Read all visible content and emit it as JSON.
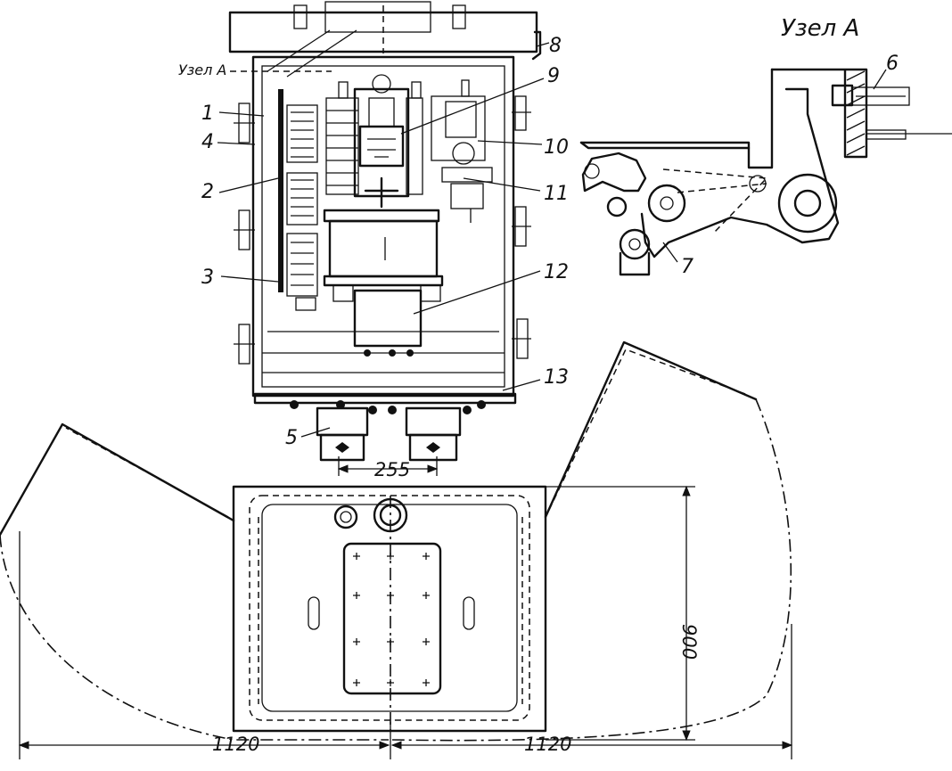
{
  "title_detail": "Узел А",
  "title_detail_small": "Узел А",
  "callouts": [
    "1",
    "2",
    "3",
    "4",
    "5",
    "6",
    "7",
    "8",
    "9",
    "10",
    "11",
    "12",
    "13"
  ],
  "dimensions": {
    "spacing": "255",
    "height": "900",
    "radius_left": "1120",
    "radius_right": "1120"
  }
}
